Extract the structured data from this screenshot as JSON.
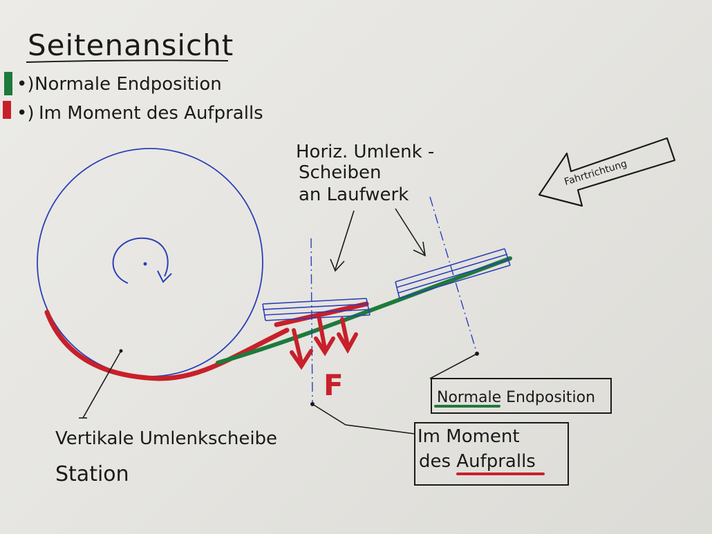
{
  "title": "Seitenansicht",
  "legend": [
    {
      "marker": "•)",
      "label": "Normale Endposition",
      "color": "#1e7a3a"
    },
    {
      "marker": "•)",
      "label": "Im Moment des Aufpralls",
      "color": "#c8202a"
    }
  ],
  "labels": {
    "horiz_pulleys_line1": "Horiz. Umlenk -",
    "horiz_pulleys_line2": "Scheiben",
    "horiz_pulleys_line3": "an Laufwerk",
    "direction": "Fahrtrichtung",
    "force": "F",
    "vertical_pulley_line1": "Vertikale Umlenkscheibe",
    "vertical_pulley_line2": "Station",
    "box_normal": "Normale Endposition",
    "box_impact_line1": "Im Moment",
    "box_impact_line2": "des Aufpralls"
  },
  "colors": {
    "pen_blue": "#2b3fb8",
    "pen_black": "#1a1a1a",
    "marker_green": "#1e7a3a",
    "marker_red": "#c8202a"
  }
}
